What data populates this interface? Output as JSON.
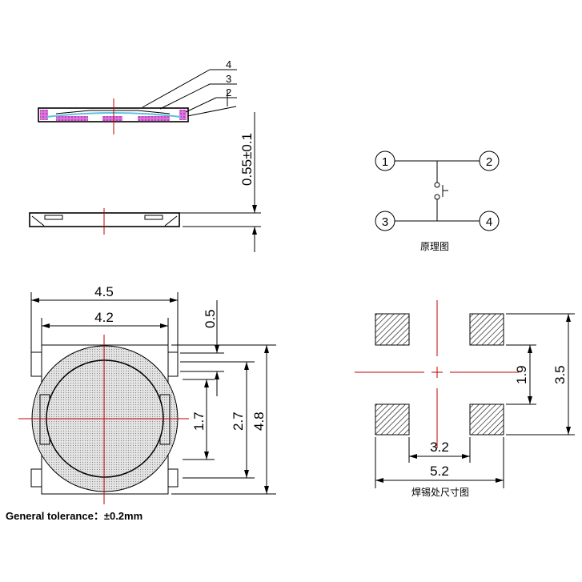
{
  "side_view": {
    "callouts": [
      "4",
      "3",
      "2"
    ],
    "thickness_dim": "0.55±0.1"
  },
  "schematic": {
    "pins": [
      "1",
      "2",
      "3",
      "4"
    ],
    "caption": "原理图"
  },
  "front_view": {
    "dims": {
      "overall_width": "4.5",
      "body_width": "4.2",
      "pad_width": "0.5",
      "inner_height": "1.7",
      "pad_span": "2.7",
      "overall_height": "4.8"
    },
    "tolerance_note": "General tolerance：±0.2mm"
  },
  "footprint": {
    "dims": {
      "pad_gap_v": "1.9",
      "overall_v": "3.5",
      "pad_gap_h": "3.2",
      "overall_h": "5.2"
    },
    "caption": "焊锡处尺寸图"
  },
  "colors": {
    "centerline": "#c00000",
    "section_pink": "#c040c0",
    "section_blue": "#60c0e0",
    "body_fill": "#d8d8d8"
  }
}
